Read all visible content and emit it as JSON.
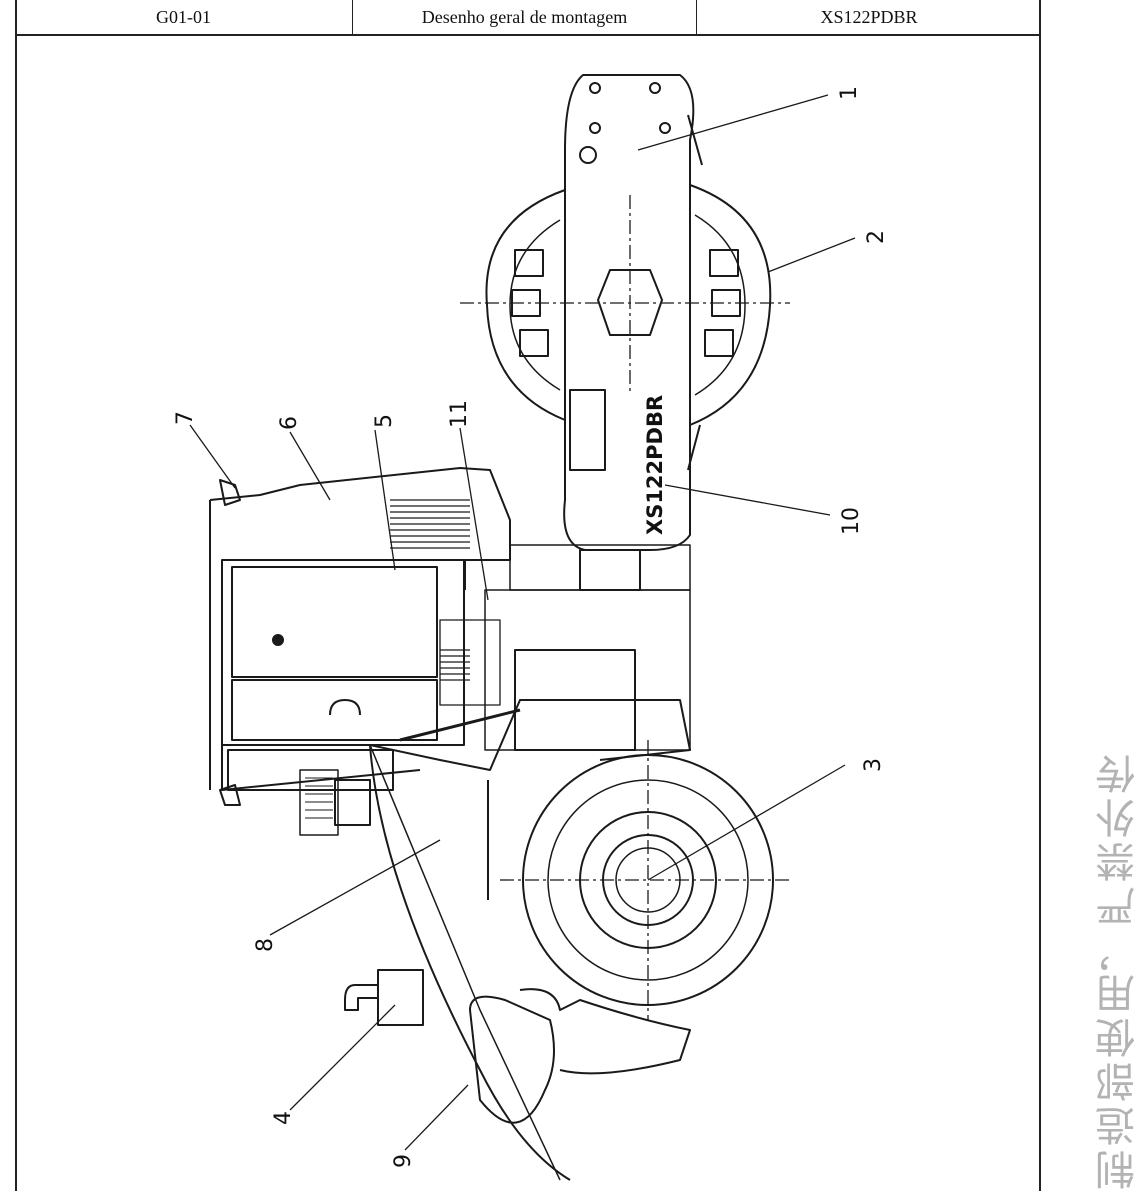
{
  "header": {
    "code": "G01-01",
    "title": "Desenho geral de montagem",
    "model": "XS122PDBR"
  },
  "drawing": {
    "model_plate": "XS122PDBR",
    "callouts": [
      "1",
      "2",
      "3",
      "4",
      "5",
      "6",
      "7",
      "8",
      "9",
      "10",
      "11"
    ]
  },
  "watermark": "制造部使用，严禁外传",
  "colors": {
    "line": "#1a1a1a",
    "watermark": "#b3b3b3"
  }
}
